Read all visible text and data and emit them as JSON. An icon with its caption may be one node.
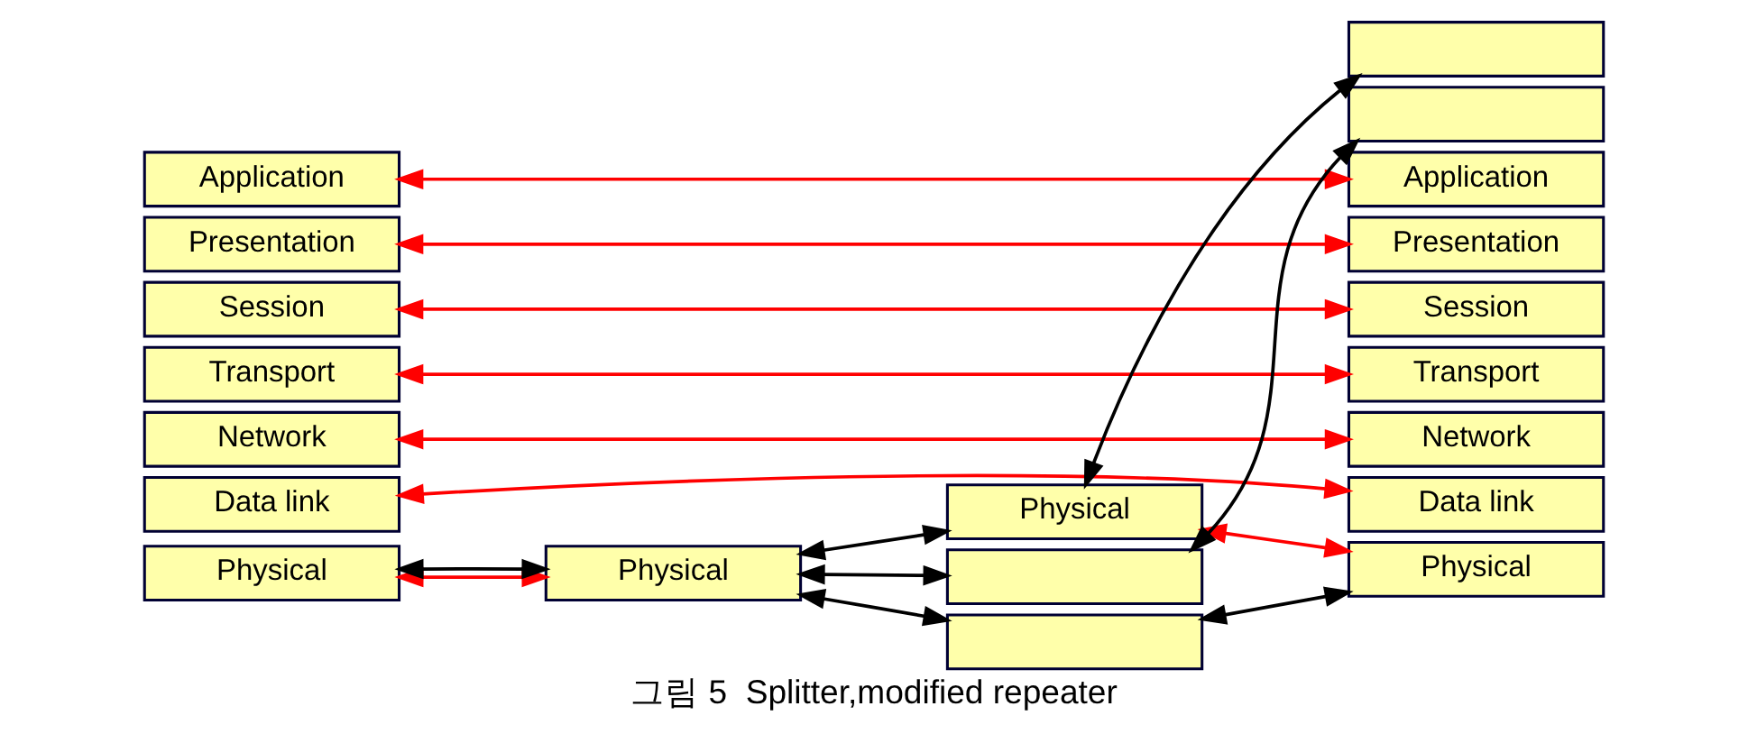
{
  "diagram": {
    "caption": "그림 5  Splitter,modified repeater",
    "nodes": [
      {
        "text": [
          "Application"
        ]
      },
      {
        "text": [
          "Presentation"
        ]
      },
      {
        "text": [
          "Session"
        ]
      },
      {
        "text": [
          "Transport"
        ]
      },
      {
        "text": [
          "Network"
        ]
      },
      {
        "text": [
          "Data link"
        ]
      },
      {
        "text": [
          "Physical"
        ]
      },
      {
        "text": [
          "Application"
        ]
      },
      {
        "text": [
          "Presentation"
        ]
      },
      {
        "text": [
          "Session"
        ]
      },
      {
        "text": [
          "Transport"
        ]
      },
      {
        "text": [
          "Network"
        ]
      },
      {
        "text": [
          "Data link"
        ]
      },
      {
        "text": [
          "Physical"
        ]
      },
      {
        "text": [],
        "shape": "box"
      },
      {
        "text": [],
        "shape": "box"
      },
      {
        "text": [
          "Physical"
        ]
      },
      {
        "text": [
          "Physical"
        ]
      },
      {
        "text": [],
        "shape": "box"
      },
      {
        "text": [],
        "shape": "box"
      }
    ],
    "edges": [
      {
        "from": 0,
        "to": 7,
        "arrow": "both"
      },
      {
        "from": 1,
        "to": 8,
        "arrow": "both"
      },
      {
        "from": 2,
        "to": 9,
        "arrow": "both"
      },
      {
        "from": 3,
        "to": 10,
        "arrow": "both"
      },
      {
        "from": 4,
        "to": 11,
        "arrow": "both"
      },
      {
        "from": 5,
        "to": 12,
        "arrow": "both"
      },
      {
        "from": 6,
        "to": 16,
        "arrow": "both"
      },
      {
        "from": 17,
        "to": 13,
        "arrow": "both"
      },
      {
        "from": 6,
        "to": 16,
        "arrow": "both",
        "color": "#000000"
      },
      {
        "from": 16,
        "to": 17,
        "arrow": "both",
        "color": "#000000"
      },
      {
        "from": 16,
        "to": 18,
        "arrow": "both",
        "color": "#000000"
      },
      {
        "from": 16,
        "to": 19,
        "arrow": "both",
        "color": "#000000"
      },
      {
        "from": 17,
        "to": 15,
        "arrow": "both",
        "color": "#000000"
      },
      {
        "from": 18,
        "to": 14,
        "arrow": "both",
        "color": "#000000"
      },
      {
        "from": 19,
        "to": 13,
        "arrow": "both",
        "color": "#000000"
      }
    ]
  }
}
